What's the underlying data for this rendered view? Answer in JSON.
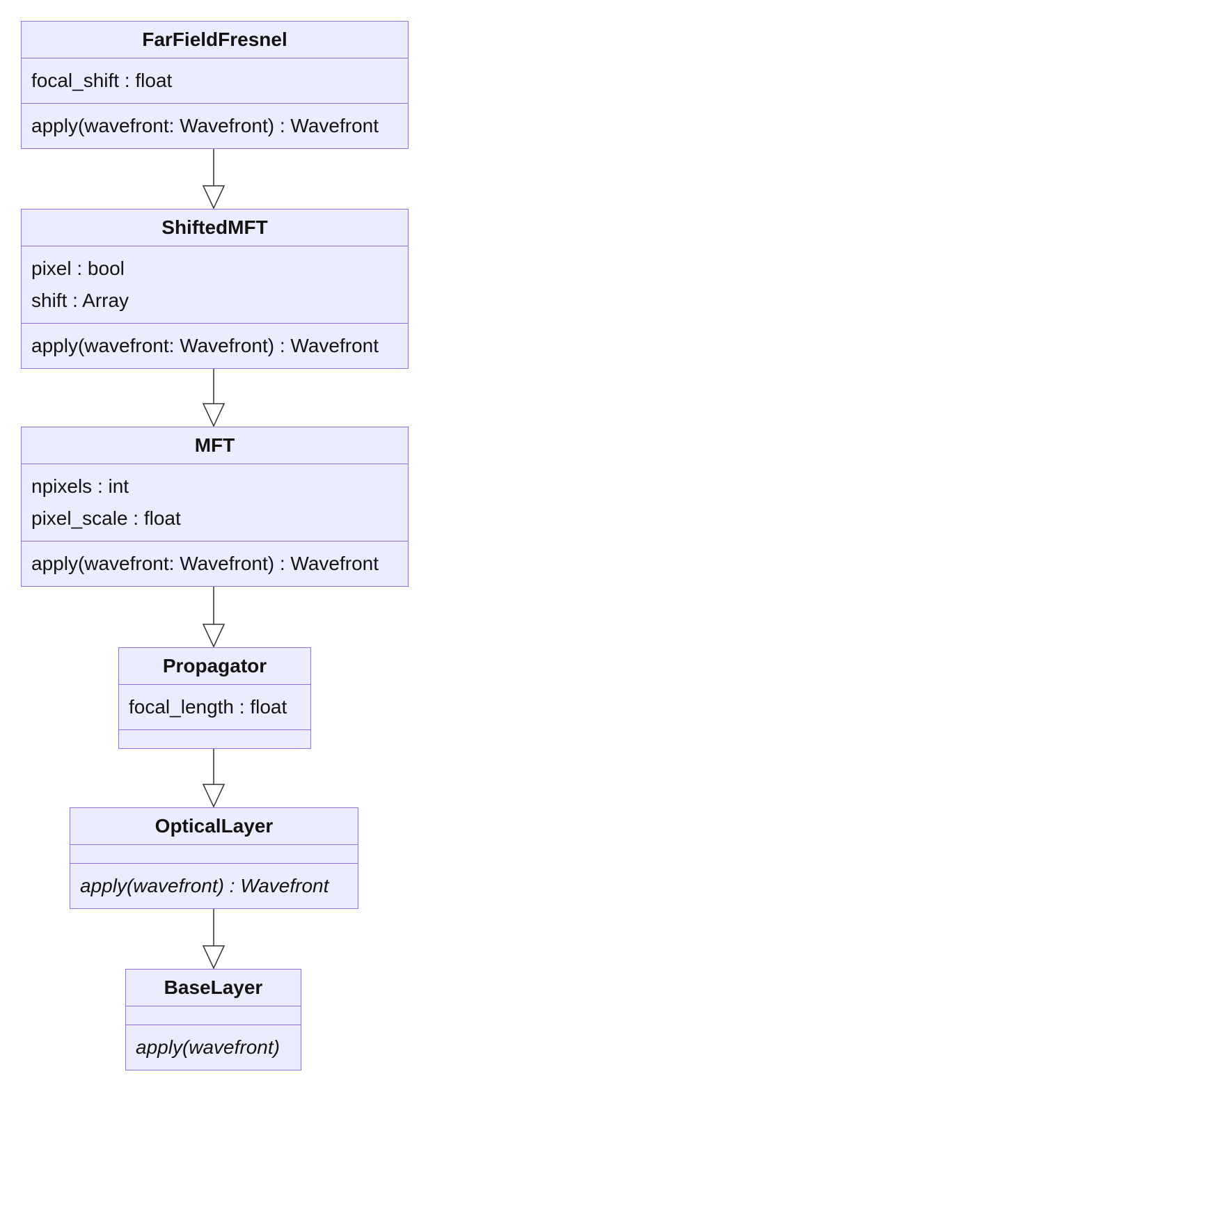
{
  "diagram": {
    "kind": "uml-class-diagram",
    "background": "#ffffff",
    "node_fill": "#ECECFF",
    "node_border": "#9370DB",
    "edge_color": "#333333",
    "classes": [
      {
        "name": "FarFieldFresnel",
        "attributes": [
          "focal_shift : float"
        ],
        "methods": [
          "apply(wavefront: Wavefront) : Wavefront"
        ],
        "abstract_methods": false
      },
      {
        "name": "ShiftedMFT",
        "attributes": [
          "pixel : bool",
          "shift : Array"
        ],
        "methods": [
          "apply(wavefront: Wavefront) : Wavefront"
        ],
        "abstract_methods": false
      },
      {
        "name": "MFT",
        "attributes": [
          "npixels : int",
          "pixel_scale : float"
        ],
        "methods": [
          "apply(wavefront: Wavefront) : Wavefront"
        ],
        "abstract_methods": false
      },
      {
        "name": "Propagator",
        "attributes": [
          "focal_length : float"
        ],
        "methods": [],
        "abstract_methods": false
      },
      {
        "name": "OpticalLayer",
        "attributes": [],
        "methods": [
          "apply(wavefront) : Wavefront"
        ],
        "abstract_methods": true
      },
      {
        "name": "BaseLayer",
        "attributes": [],
        "methods": [
          "apply(wavefront)"
        ],
        "abstract_methods": true
      }
    ],
    "relationships": [
      {
        "from": "FarFieldFresnel",
        "to": "ShiftedMFT",
        "type": "inheritance"
      },
      {
        "from": "ShiftedMFT",
        "to": "MFT",
        "type": "inheritance"
      },
      {
        "from": "MFT",
        "to": "Propagator",
        "type": "inheritance"
      },
      {
        "from": "Propagator",
        "to": "OpticalLayer",
        "type": "inheritance"
      },
      {
        "from": "OpticalLayer",
        "to": "BaseLayer",
        "type": "inheritance"
      }
    ]
  }
}
